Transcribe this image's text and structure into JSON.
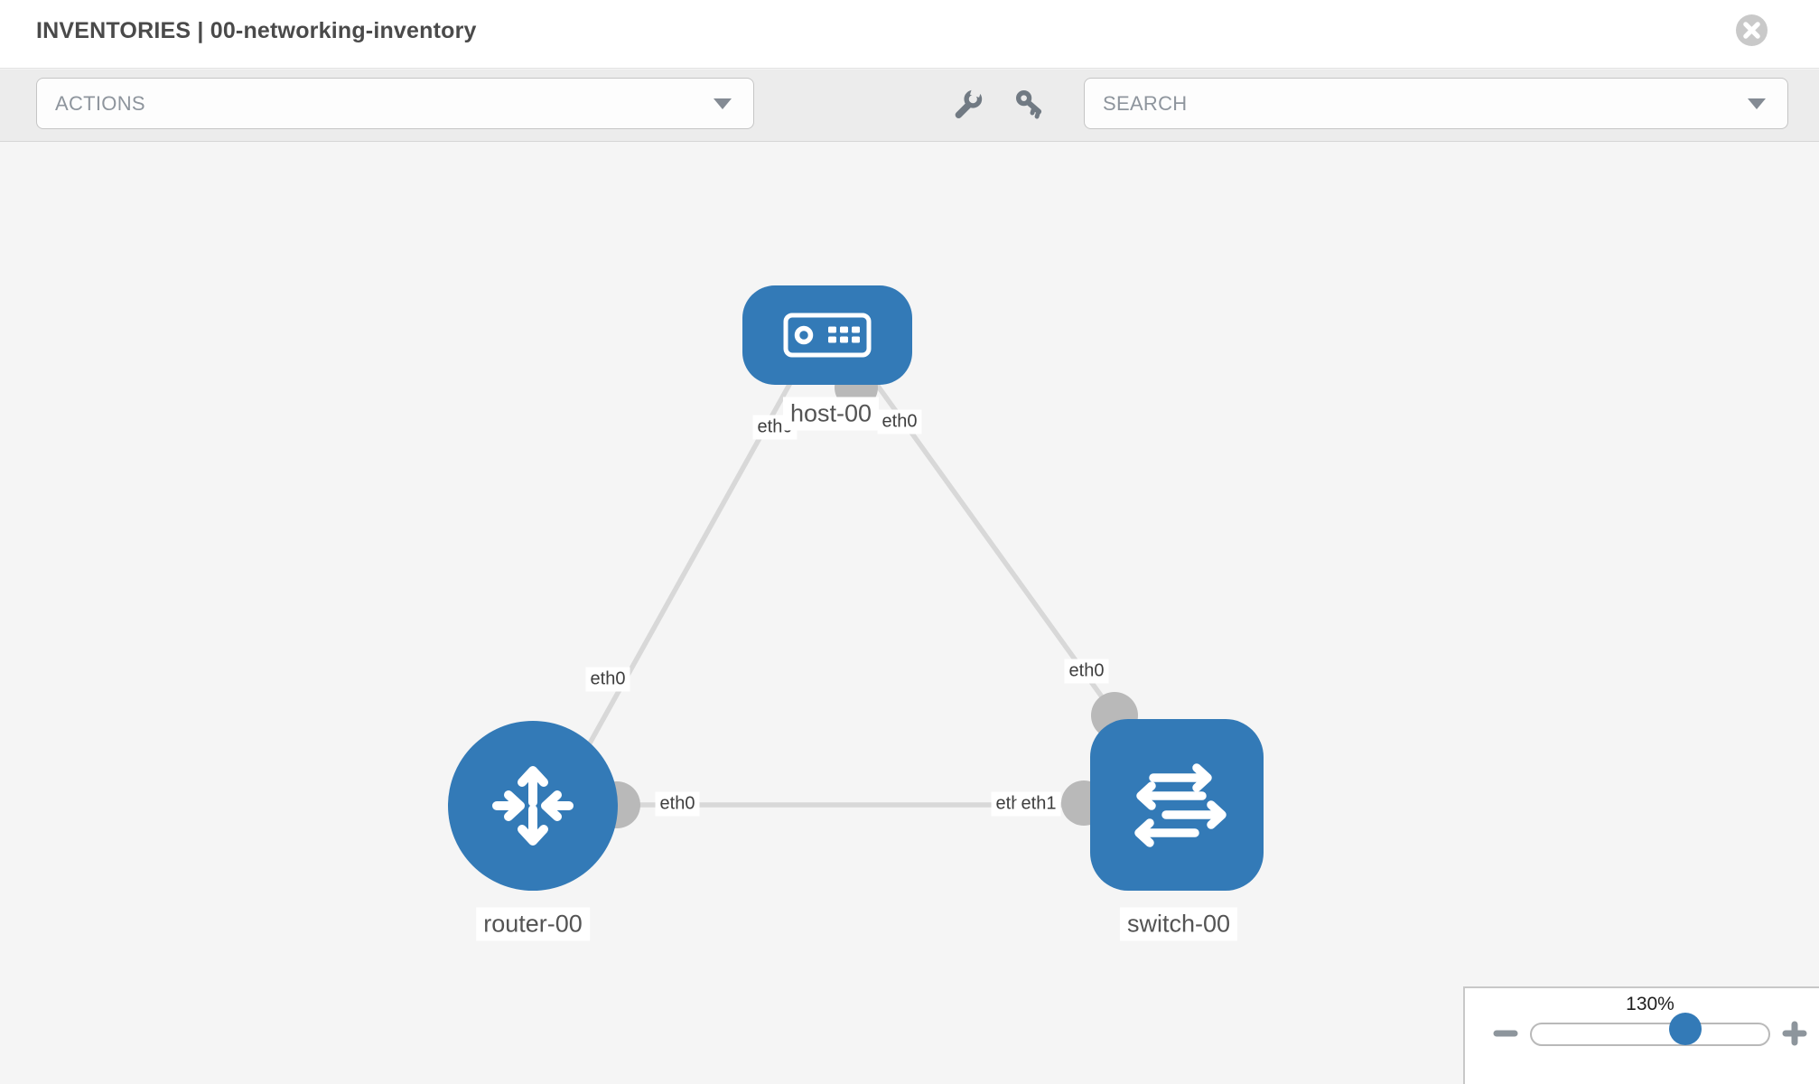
{
  "header": {
    "section": "INVENTORIES",
    "separator": " | ",
    "name": "00-networking-inventory"
  },
  "toolbar": {
    "actions_label": "ACTIONS",
    "search_label": "SEARCH",
    "icons": [
      "wrench",
      "key"
    ]
  },
  "diagram": {
    "nodes": [
      {
        "label": "host-00",
        "type": "host"
      },
      {
        "label": "router-00",
        "type": "router"
      },
      {
        "label": "switch-00",
        "type": "switch"
      }
    ],
    "links": [
      {
        "from": "host-00",
        "from_iface": "eth0",
        "to": "router-00",
        "to_iface": "eth0"
      },
      {
        "from": "host-00",
        "from_iface": "eth0",
        "to": "switch-00",
        "to_iface": "eth0"
      },
      {
        "from": "router-00",
        "from_iface": "eth0",
        "to": "switch-00",
        "to_iface": "eth1"
      }
    ]
  },
  "zoom": {
    "level": "130%",
    "minus_label": "minus",
    "plus_label": "plus"
  },
  "colors": {
    "node_blue": "#337ab7",
    "link_gray": "#d8d8d8",
    "connector_gray": "#b9b9b9",
    "toolbar_bg": "#ececec",
    "canvas_bg": "#f5f5f5",
    "icon_gray": "#717a83"
  }
}
